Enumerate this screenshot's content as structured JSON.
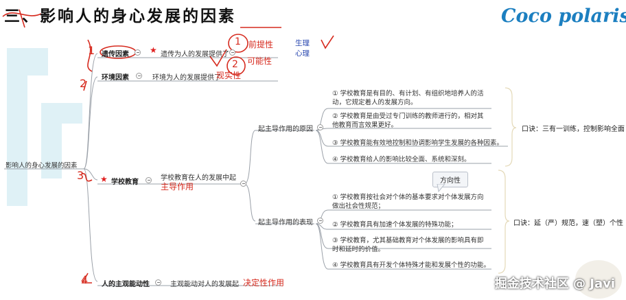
{
  "title": "三、影响人的身心发展的因素",
  "brand": "Coco polaris",
  "root": "影响人的身心发展的因素",
  "factors": [
    {
      "label": "遗传因素",
      "desc": "遗传为人的发展提供了",
      "highlight": "前提性"
    },
    {
      "label": "环境因素",
      "desc": "环境为人的发展提供了",
      "highlight": "现实性"
    },
    {
      "label": "学校教育",
      "desc_line1": "学校教育在人的发展中起",
      "desc_line2": "主导作用"
    },
    {
      "label": "人的主观能动性",
      "desc": "主观能动对人的发展起",
      "highlight": "决定性作用"
    }
  ],
  "extra_highlight": "可能性",
  "side_note": [
    "生理",
    "心理"
  ],
  "reason_branch": {
    "label": "起主导作用的原因",
    "items": [
      "① 学校教育是有目的、有计划、有组织地培养人的活动，它规定着人的发展方向。",
      "② 学校教育是由受过专门训练的教师进行的，相对其他教育而言效果更好。",
      "③ 学校教育能有效地控制和协调影响学生发展的各种因素。",
      "④ 学校教育给人的影响比较全面、系统和深刻。"
    ],
    "tip": "口诀：三有一训练，控制影响全面"
  },
  "manifest_branch": {
    "label": "起主导作用的表现",
    "callout": "方向性",
    "items": [
      "① 学校教育按社会对个体的基本要求对个体发展方向做出社会性规范；",
      "② 学校教育具有加速个体发展的特殊功能；",
      "③ 学校教育，尤其基础教育对个体发展的影响具有即时和延时的价值。",
      "④ 学校教育具有开发个体特殊才能和发展个性的功能。"
    ],
    "tip": "口诀：延（严）规范，速（塑）个性"
  },
  "annotations": [
    "1",
    "2"
  ],
  "margin_marks": [
    "1",
    "2",
    "3",
    "4"
  ],
  "watermark": "掘金技术社区 @ Javi",
  "colors": {
    "accent": "#d62a1e",
    "brand": "#1c7fc0",
    "line": "#9aa0a8",
    "note": "#2a48b0"
  }
}
